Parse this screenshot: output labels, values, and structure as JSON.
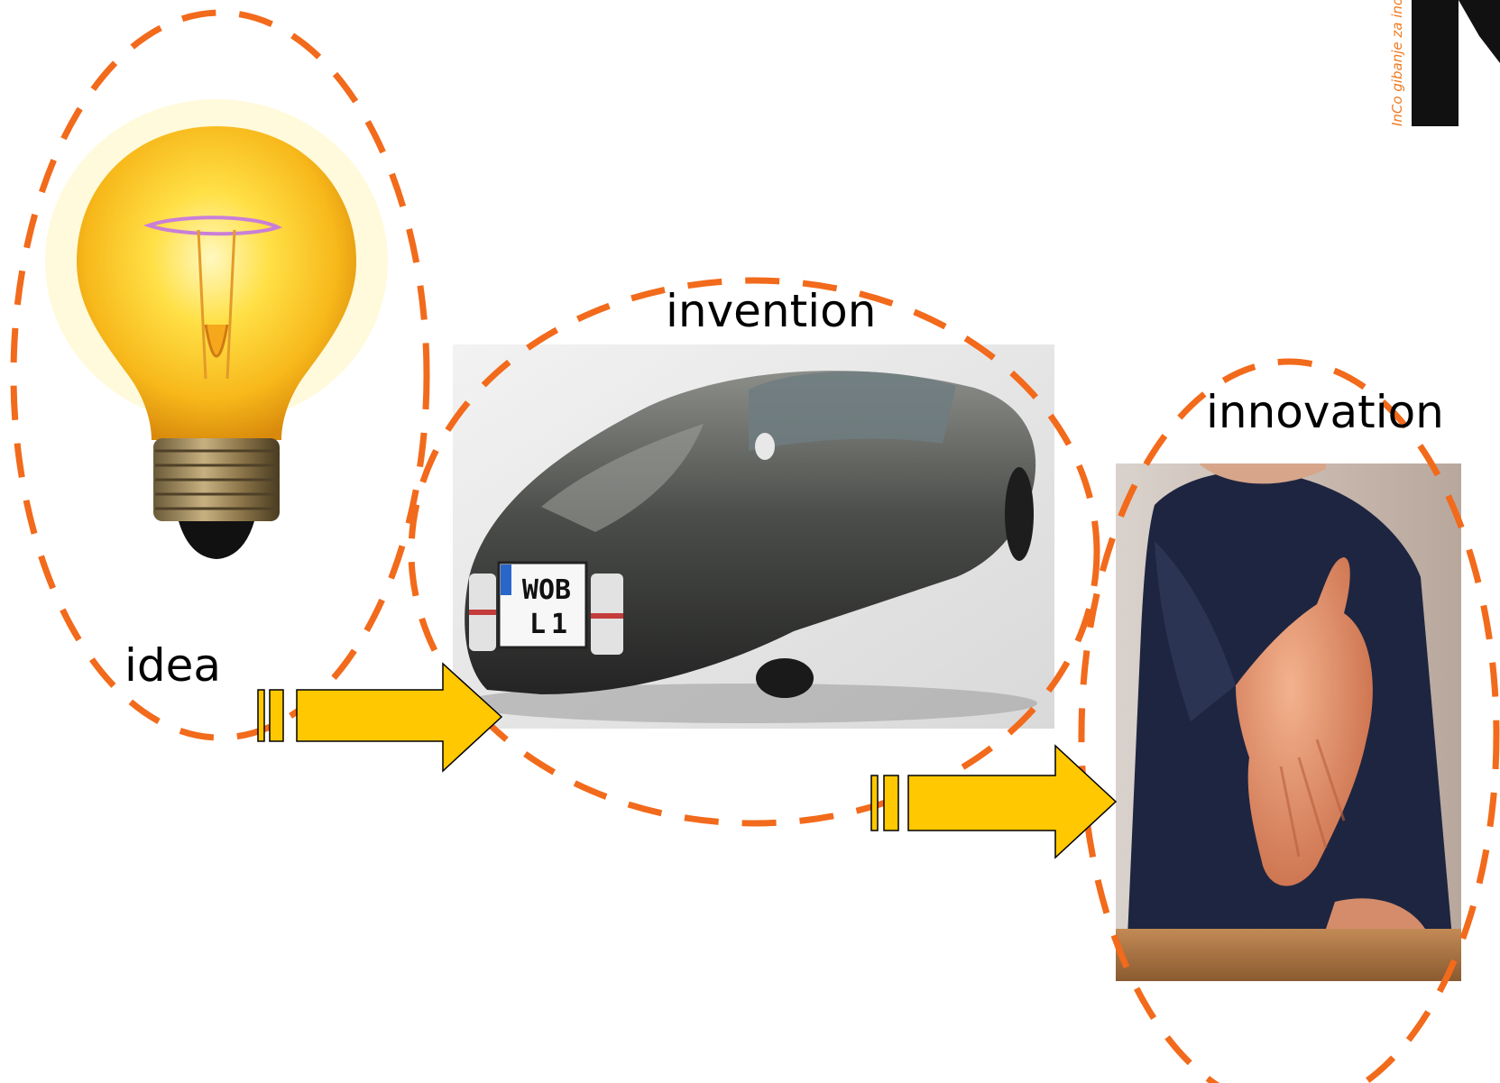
{
  "stages": [
    {
      "id": "idea",
      "label": "idea",
      "picture": "light-bulb"
    },
    {
      "id": "invention",
      "label": "invention",
      "picture": "car"
    },
    {
      "id": "innovation",
      "label": "innovation",
      "picture": "handshake"
    }
  ],
  "plate": {
    "line1": "WOB",
    "line2": "L1"
  },
  "brand": {
    "tagline": "InCo gibanje za ino"
  },
  "colors": {
    "dashed_outline": "#f26a1b",
    "arrow_fill": "#ffc800",
    "arrow_stroke": "#000000",
    "bulb_glow": "#ffd21c",
    "car_body": "#3c3e3c",
    "shirt": "#1e2540",
    "skin": "#e39470",
    "logo": "#111111"
  }
}
